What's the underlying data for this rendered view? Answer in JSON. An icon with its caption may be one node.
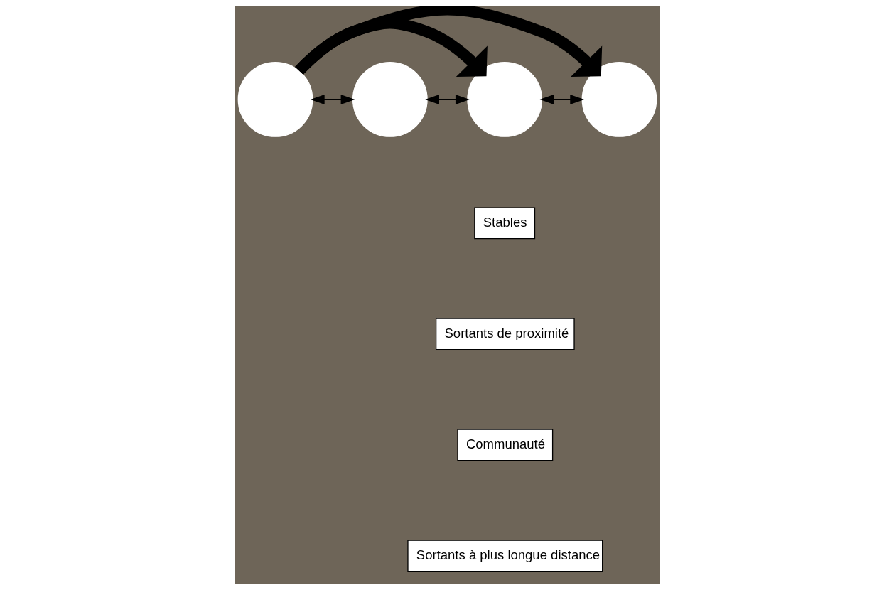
{
  "diagram": {
    "nodes": [
      {
        "text": [],
        "shape": "circle"
      },
      {
        "text": [],
        "shape": "circle"
      },
      {
        "text": [],
        "shape": "circle"
      },
      {
        "text": [],
        "shape": "circle"
      }
    ],
    "edges": [
      {
        "from": 0,
        "to": 2,
        "arrow": "to",
        "style": "thick"
      },
      {
        "from": 0,
        "to": 1,
        "arrow": "both"
      },
      {
        "from": 1,
        "to": 2,
        "arrow": "both"
      },
      {
        "from": 2,
        "to": 3,
        "arrow": "both"
      },
      {
        "from": 0,
        "to": 3,
        "arrow": "to",
        "style": "thick"
      }
    ],
    "legend": [
      {
        "text": "Stables"
      },
      {
        "text": "Sortants de proximité"
      },
      {
        "text": "Communauté"
      },
      {
        "text": "Sortants à plus longue distance"
      }
    ]
  }
}
